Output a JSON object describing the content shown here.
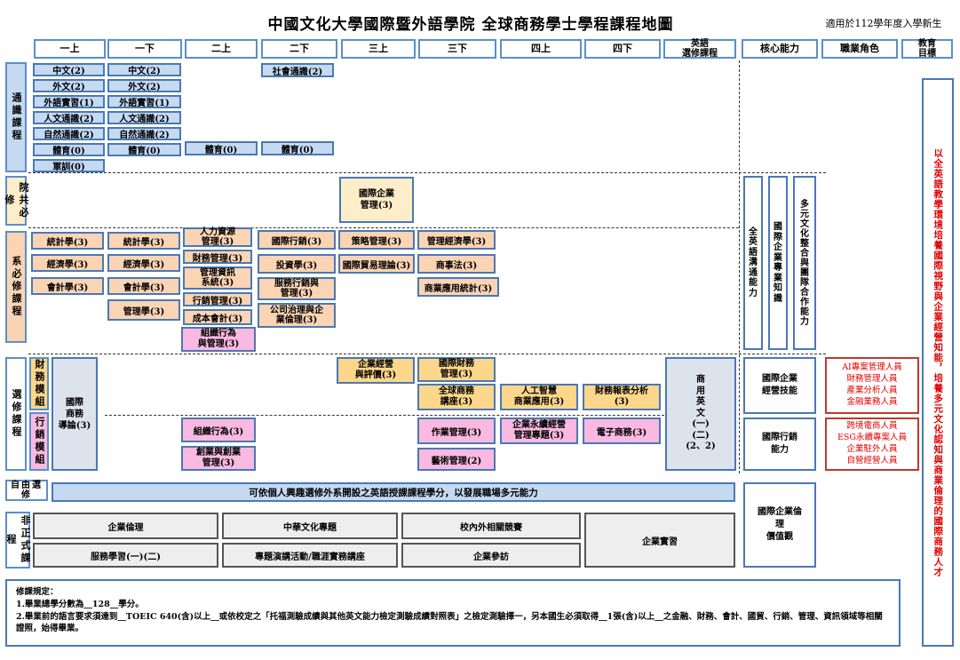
{
  "title": "中國文化大學國際暨外語學院 全球商務學士學程課程地圖",
  "subtitle": "適用於112學年度入學新生",
  "columns": [
    "一上",
    "一下",
    "二上",
    "二下",
    "三上",
    "三下",
    "四上",
    "四下",
    "英語\n選修課程",
    "核心能力",
    "職業角色",
    "教育\n目標"
  ],
  "categories": {
    "general": "通識課程",
    "college": "院共必修",
    "dept": "系必修課程",
    "elective": "選修課程",
    "elective_finance": "財務模組",
    "elective_marketing": "行銷模組",
    "free": "自由選修",
    "informal": "非正式課程"
  },
  "courses": {
    "g1_chinese": "中文(2)",
    "g1_foreign": "外文(2)",
    "g1_practice": "外語實習(1)",
    "g1_humanities": "人文通識(2)",
    "g1_natural": "自然通識(2)",
    "g1_pe": "體育(0)",
    "g1_military": "軍訓(0)",
    "g2_chinese": "中文(2)",
    "g2_foreign": "外文(2)",
    "g2_practice": "外語實習(1)",
    "g2_humanities": "人文通識(2)",
    "g2_natural": "自然通識(2)",
    "g2_pe": "體育(0)",
    "g3_pe": "體育(0)",
    "g4_social": "社會通識(2)",
    "g4_pe": "體育(0)",
    "college_mgmt": "國際企業\n管理(3)",
    "d_stat1": "統計學(3)",
    "d_econ1": "經濟學(3)",
    "d_acct1": "會計學(3)",
    "d_stat2": "統計學(3)",
    "d_econ2": "經濟學(3)",
    "d_acct2": "會計學(3)",
    "d_mgmt": "管理學(3)",
    "d_hr": "人力資源\n管理(3)",
    "d_fin": "財務管理(3)",
    "d_mis": "管理資訊\n系統(3)",
    "d_mkt": "行銷管理(3)",
    "d_cost": "成本會計(3)",
    "d_ob": "組織行為\n與管理(3)",
    "d_intlmkt": "國際行銷(3)",
    "d_invest": "投資學(3)",
    "d_service": "服務行銷與\n管理(3)",
    "d_gov": "公司治理與企\n業倫理(3)",
    "d_strategy": "策略管理(3)",
    "d_trade": "國際貿易理論(3)",
    "d_mgecon": "管理經濟學(3)",
    "d_law": "商事法(3)",
    "d_bizstat": "商業應用統計(3)",
    "e_intlbiz": "國際\n商務\n導論(3)",
    "e_valuation": "企業經營\n與評價(3)",
    "e_intlfin": "國際財務\n管理(3)",
    "e_global": "全球商務\n講座(3)",
    "e_ai": "人工智慧\n商業應用(3)",
    "e_report": "財務報表分析\n(3)",
    "e_ob": "組織行為(3)",
    "e_innov": "創業與創業\n管理(3)",
    "e_ops": "作業管理(3)",
    "e_sustain": "企業永續經營\n管理專題(3)",
    "e_ecom": "電子商務(3)",
    "e_art": "藝術管理(2)",
    "english_elective": "商\n用\n英\n文\n(一)\n(二)\n(2、2)",
    "free_text": "可依個人興趣選修外系開設之英語授課課程學分，以發展職場多元能力",
    "inf_ethics": "企業倫理",
    "inf_culture": "中華文化專題",
    "inf_contest": "校內外相關競賽",
    "inf_intern": "企業實習",
    "inf_service": "服務學習(一)(二)",
    "inf_lecture": "專題演講活動/職涯實務講座",
    "inf_visit": "企業參訪"
  },
  "core": {
    "english": "全\n英\n語\n溝\n通\n能\n力",
    "knowledge": "國\n際\n企\n業\n專\n業\n知\n識",
    "culture": "多\n元\n文\n化\n整\n合\n與\n團\n隊\n合\n作\n能\n力",
    "biz_skill": "國際企業\n經營技能",
    "mkt_skill": "國際行銷\n能力",
    "ethics": "國際企業倫\n理\n價值觀"
  },
  "roles": {
    "group1": [
      "AI專案管理人員",
      "財務管理人員",
      "產業分析人員",
      "金融業務人員"
    ],
    "group2": [
      "跨境電商人員",
      "ESG永續專案人員",
      "企業駐外人員",
      "自營經營人員"
    ]
  },
  "goal": "以全英語教學環境培養國際視野與企業經營知能，培養多元文化認知與商業倫理的國際商務人才",
  "rules": {
    "heading": "修課規定：",
    "line1": "1.畢業總學分數為__128__學分。",
    "line2": "2.畢業前的語言要求須達到__TOEIC 640(含)以上__或依校定之「托福測驗成績與其他英文能力檢定測驗成績對照表」之檢定測驗擇一，另本國生必須取得__1張(含)以上__之金融、財務、會計、國貿、行銷、管理、資訊領域等相關證照，始得畢業。"
  },
  "colors": {
    "border": "#4a78b5",
    "general": "#c5d9f1",
    "college": "#fdedc8",
    "dept": "#fbd4b4",
    "elective_gold": "#fcd68a",
    "elective_pink": "#f9b9e0",
    "goal_text": "#e00000"
  }
}
